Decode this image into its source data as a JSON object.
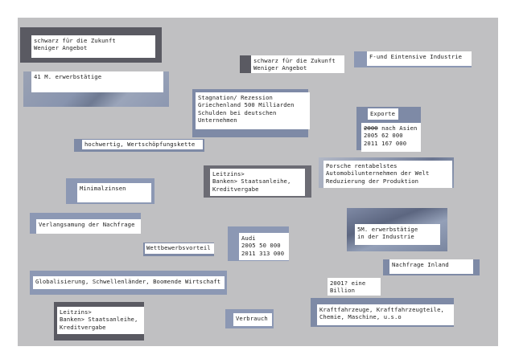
{
  "cards": [
    {
      "id": "c1",
      "text": "schwarz für die Zukunft\nWeniger Angebot"
    },
    {
      "id": "c2",
      "text": "schwarz für die Zukunft\nWeniger Angebot"
    },
    {
      "id": "c3",
      "text": "F-und Eintensive Industrie"
    },
    {
      "id": "c4",
      "text": "41 M. erwerbstätige"
    },
    {
      "id": "c5",
      "text": "Stagnation/ Rezession\nGriechenland 500 Milliarden\nSchulden bei deutschen\nUnternehmen"
    },
    {
      "id": "c6",
      "title": "Exporte",
      "struck": "2000",
      "rest": " nach Asien\n2005 62 000\n2011 167 000"
    },
    {
      "id": "c7",
      "text": "hochwertig, Wertschöpfungskette"
    },
    {
      "id": "c8",
      "text": "Leitzins>\nBanken> Staatsanleihe,\nKreditvergabe"
    },
    {
      "id": "c9",
      "text": "Porsche rentabelstes\nAutomobilunternehmen der Welt\nReduzierung der Produktion"
    },
    {
      "id": "c10",
      "text": "Minimalzinsen"
    },
    {
      "id": "c11",
      "text": "Verlangsamung der Nachfrage"
    },
    {
      "id": "c12",
      "text": "5M. erwerbstätige\nin der Industrie"
    },
    {
      "id": "c13",
      "text": "Audi\n2005 50 000\n2011 313 000"
    },
    {
      "id": "c14",
      "text": "Wettbewerbsvorteil"
    },
    {
      "id": "c15",
      "text": "Nachfrage Inland"
    },
    {
      "id": "c16",
      "text": "Globalisierung, Schwellenländer, Boomende Wirtschaft"
    },
    {
      "id": "c17",
      "text": "2001? eine\nBillion"
    },
    {
      "id": "c18",
      "text": "Leitzins>\nBanken> Staatsanleihe,\nKreditvergabe"
    },
    {
      "id": "c19",
      "text": "Verbrauch"
    },
    {
      "id": "c20",
      "text": "Kraftfahrzeuge, Kraftfahrzeugteile,\nChemie, Maschine, u.s.o"
    }
  ]
}
